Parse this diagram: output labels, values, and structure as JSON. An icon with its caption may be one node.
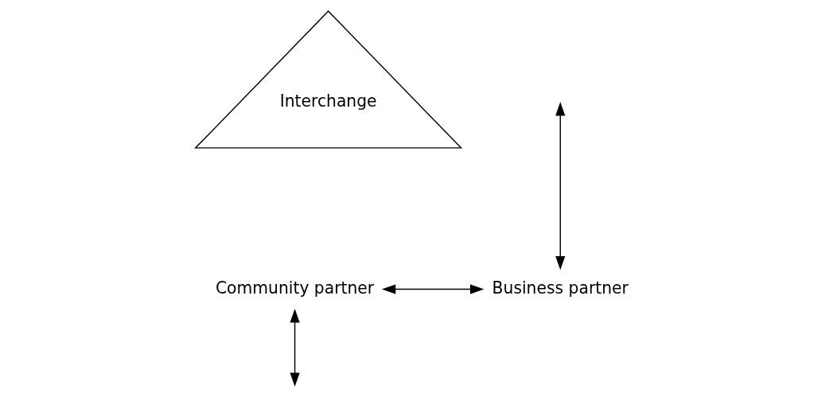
{
  "diagram": {
    "nodes": [
      {
        "text": [
          "Interchange"
        ]
      },
      {
        "text": [
          "Community partner"
        ]
      },
      {
        "text": [
          "Business partner"
        ]
      }
    ],
    "edges": [
      {
        "from": 1,
        "to": null,
        "arrow": "both"
      },
      {
        "from": null,
        "to": 2,
        "arrow": "both"
      },
      {
        "from": 1,
        "to": 2,
        "arrow": "both"
      }
    ]
  }
}
